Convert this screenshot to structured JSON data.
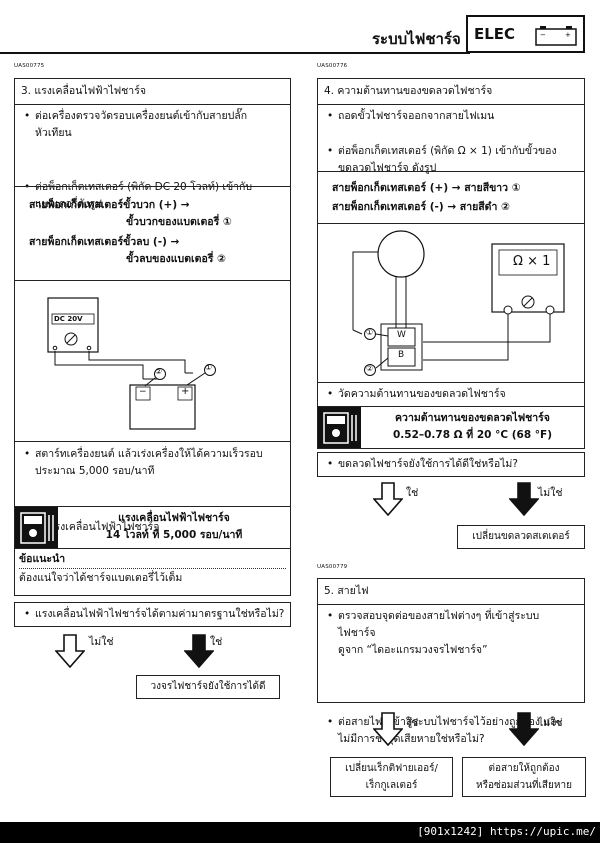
{
  "header": {
    "title": "ระบบไฟชาร์จ",
    "code": "ELEC"
  },
  "left": {
    "uas1": "UAS00775",
    "step3": {
      "title": "3.  แรงเคลื่อนไฟฟ้าไฟชาร์จ",
      "b1a": "ต่อเครื่องตรวจวัดรอบเครื่องยนต์เข้ากับสายปลั๊ก",
      "b1b": "หัวเทียน",
      "b2a": "ต่อพ็อกเก็ตเทสเตอร์ (พิกัด DC 20 โวลท์) เข้ากับ",
      "b2b": "แบตเตอรี่ดังรูป",
      "c1a": "สายพ็อกเก็ตเทสเตอร์ขั้วบวก (+) →",
      "c1b": "ขั้วบวกของแบตเตอรี่ ①",
      "c2a": "สายพ็อกเก็ตเทสเตอร์ขั้วลบ (-) →",
      "c2b": "ขั้วลบของแบตเตอรี่ ②",
      "meter": "DC 20V",
      "n1": "①",
      "n2": "②",
      "plus": "+",
      "minus": "−",
      "b3a": "สตาร์ทเครื่องยนต์ แล้วเร่งเครื่องให้ได้ความเร็วรอบ",
      "b3b": "ประมาณ 5,000 รอบ/นาที",
      "b4": "วัดแรงเคลื่อนไฟฟ้าไฟชาร์จ",
      "spec1": "แรงเคลื่อนไฟฟ้าไฟชาร์จ",
      "spec2": "14 โวลท์ ที่ 5,000 รอบ/นาที",
      "noteh": "ข้อแนะนำ",
      "note": "ต้องแน่ใจว่าได้ชาร์จแบตเตอรี่ไว้เต็ม",
      "q": "แรงเคลื่อนไฟฟ้าไฟชาร์จได้ตามค่ามาตรฐานใช่หรือไม่?",
      "no": "ไม่ใช่",
      "yes": "ใช่",
      "result": "วงจรไฟชาร์จยังใช้การได้ดี"
    }
  },
  "right": {
    "uas1": "UAS00776",
    "step4": {
      "title": "4.  ความต้านทานของขดลวดไฟชาร์จ",
      "b1": "ถอดขั้วไฟชาร์จออกจากสายไฟเมน",
      "b2a": "ต่อพ็อกเก็ตเทสเตอร์ (พิกัด Ω × 1) เข้ากับขั้วของ",
      "b2b": "ขดลวดไฟชาร์จ ดังรูป",
      "c1": "สายพ็อกเก็ตเทสเตอร์ (+) → สายสีขาว ①",
      "c2": "สายพ็อกเก็ตเทสเตอร์ (-) → สายสีดำ ②",
      "meter": "Ω × 1",
      "w": "W",
      "b": "B",
      "n1": "①",
      "n2": "②",
      "b3": "วัดความต้านทานของขดลวดไฟชาร์จ",
      "spec1": "ความต้านทานของขดลวดไฟชาร์จ",
      "spec2": "0.52–0.78 Ω ที่ 20 °C (68 °F)",
      "q": "ขดลวดไฟชาร์จยังใช้การได้ดีใช่หรือไม่?",
      "yes": "ใช่",
      "no": "ไม่ใช่",
      "result": "เปลี่ยนขดลวดสเตเตอร์"
    },
    "uas2": "UAS00779",
    "step5": {
      "title": "5.  สายไฟ",
      "b1a": "ตรวจสอบจุดต่อของสายไฟต่างๆ ที่เข้าสู่ระบบ",
      "b1b": "ไฟชาร์จ",
      "b1c": "ดูจาก “ไดอะแกรมวงจรไฟชาร์จ”",
      "b2a": "ต่อสายไฟที่เข้าสู่ระบบไฟชาร์จไว้อย่างถูกต้อง และ",
      "b2b": "ไม่มีการชำรุดเสียหายใช่หรือไม่?",
      "yes": "ใช่",
      "no": "ไม่ใช่",
      "r1a": "เปลี่ยนเร็กติฟายเออร์/",
      "r1b": "เร็กกูเลเตอร์",
      "r2a": "ต่อสายให้ถูกต้อง",
      "r2b": "หรือซ่อมส่วนที่เสียหาย"
    }
  },
  "footer": {
    "watermark": "[901x1242] https://upic.me/"
  }
}
